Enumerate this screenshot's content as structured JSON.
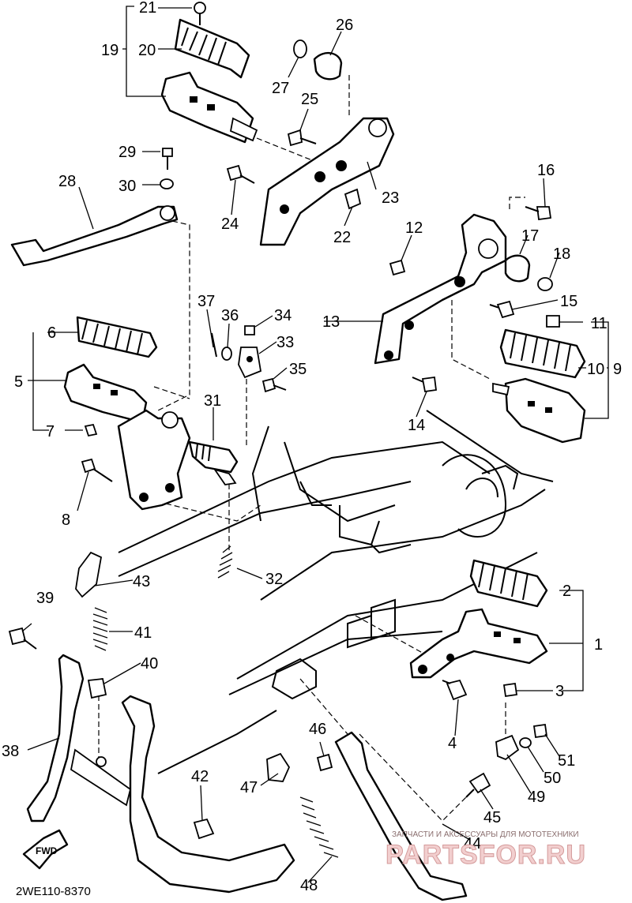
{
  "diagram": {
    "code": "2WE110-8370",
    "arrow_label": "FWD",
    "callouts": [
      "1",
      "2",
      "3",
      "4",
      "5",
      "6",
      "7",
      "8",
      "9",
      "10",
      "11",
      "12",
      "13",
      "14",
      "15",
      "16",
      "17",
      "18",
      "19",
      "20",
      "21",
      "22",
      "23",
      "24",
      "25",
      "26",
      "27",
      "28",
      "29",
      "30",
      "31",
      "32",
      "33",
      "34",
      "35",
      "36",
      "37",
      "38",
      "39",
      "40",
      "41",
      "42",
      "43",
      "44",
      "45",
      "46",
      "47",
      "48",
      "49",
      "50",
      "51"
    ]
  },
  "watermark": {
    "tagline": "ЗАПЧАСТИ И АКСЕССУАРЫ ДЛЯ МОТОТЕХНИКИ",
    "brand": "PARTSFOR.RU"
  }
}
